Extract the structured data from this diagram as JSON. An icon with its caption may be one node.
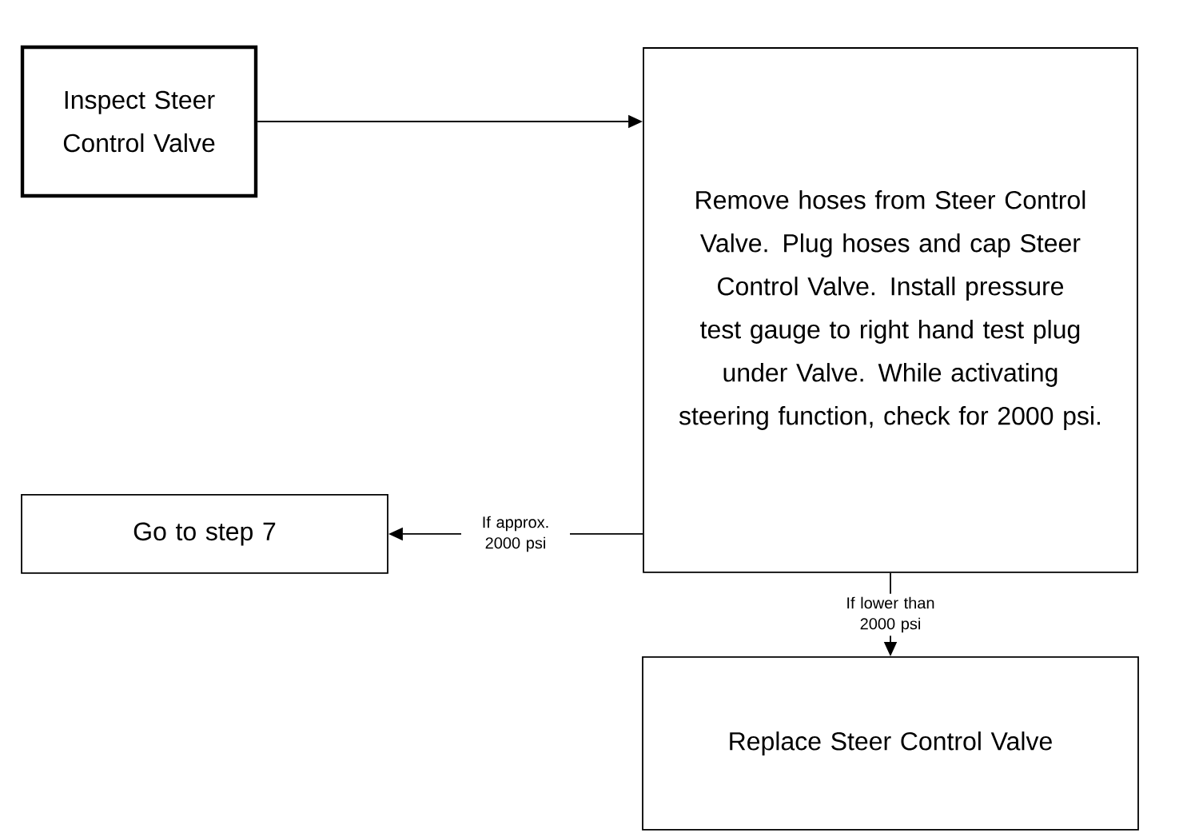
{
  "diagram": {
    "nodes": [
      {
        "text": [
          "Inspect Steer Control Valve"
        ]
      },
      {
        "text": [
          "Remove hoses from Steer Control Valve. Plug hoses and cap Steer Control Valve. Install pressure test gauge to right hand test plug under Valve. While activating steering function, check for 2000 psi."
        ]
      },
      {
        "text": [
          "Go to step 7"
        ]
      },
      {
        "text": [
          "Replace Steer Control Valve"
        ]
      }
    ],
    "edges": [
      {
        "from": 0,
        "to": 1,
        "arrow": "to"
      },
      {
        "from": 1,
        "to": 2,
        "arrow": "to",
        "label": "If approx. 2000 psi"
      },
      {
        "from": 1,
        "to": 3,
        "arrow": "to",
        "label": "If lower than 2000 psi"
      }
    ]
  }
}
